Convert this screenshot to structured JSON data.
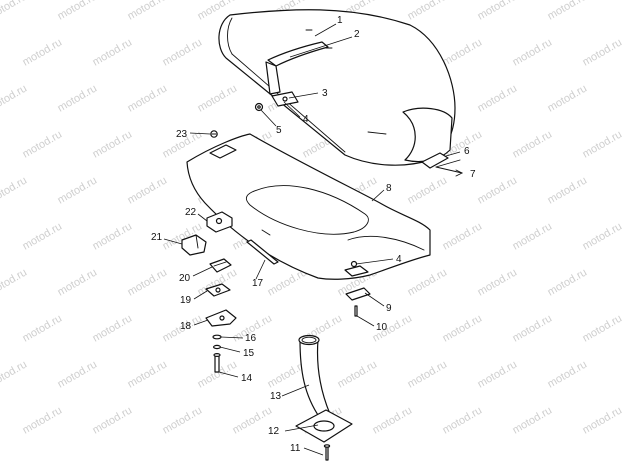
{
  "watermark": "motod.ru",
  "callouts": [
    "1",
    "2",
    "3",
    "4",
    "5",
    "6",
    "7",
    "8",
    "9",
    "10",
    "11",
    "12",
    "13",
    "14",
    "15",
    "16",
    "17",
    "18",
    "19",
    "20",
    "21",
    "22",
    "23",
    "4"
  ],
  "colors": {
    "line": "#111111",
    "paper": "#ffffff",
    "watermark": "#cfcfcf"
  }
}
